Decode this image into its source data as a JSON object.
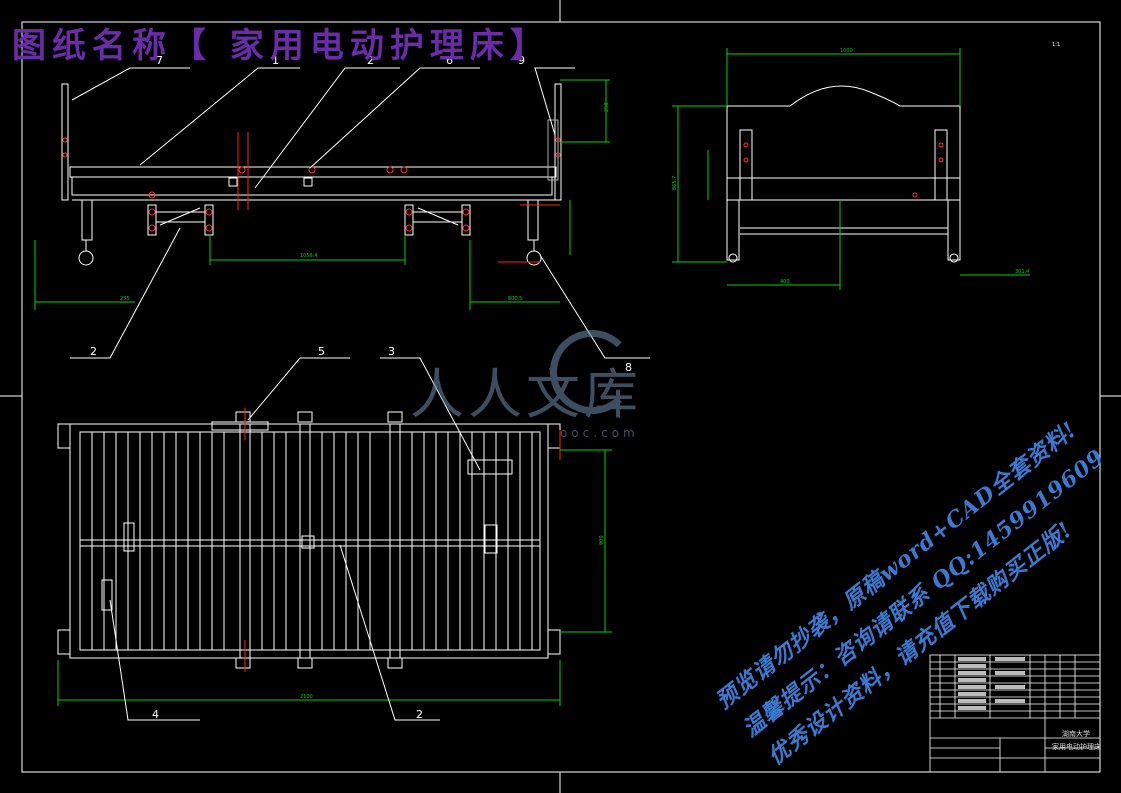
{
  "title_banner": "图纸名称【 家用电动护理床】",
  "balloons": {
    "b7": "7",
    "b1": "1",
    "b2a": "2",
    "b6": "6",
    "b9": "9",
    "b2b": "2",
    "b8": "8",
    "b5": "5",
    "b3": "3",
    "b4": "4",
    "b2c": "2"
  },
  "watermark": {
    "logo_text": "人人文库",
    "logo_url": "ooc.com"
  },
  "promo_lines": [
    "预览请勿抄袭，原稿word+CAD全套资料!",
    "温馨提示：咨询请联系 QQ:1459919609",
    "优秀设计资料，请充值下载购买正版!"
  ],
  "title_block": {
    "school": "湖南大学",
    "drawing_name": "家用电动护理床"
  },
  "colors": {
    "line": "#ffffff",
    "dimension": "#00d000",
    "center": "#ff2020",
    "title": "#6a2ca8",
    "promo": "#3b7ad0"
  }
}
